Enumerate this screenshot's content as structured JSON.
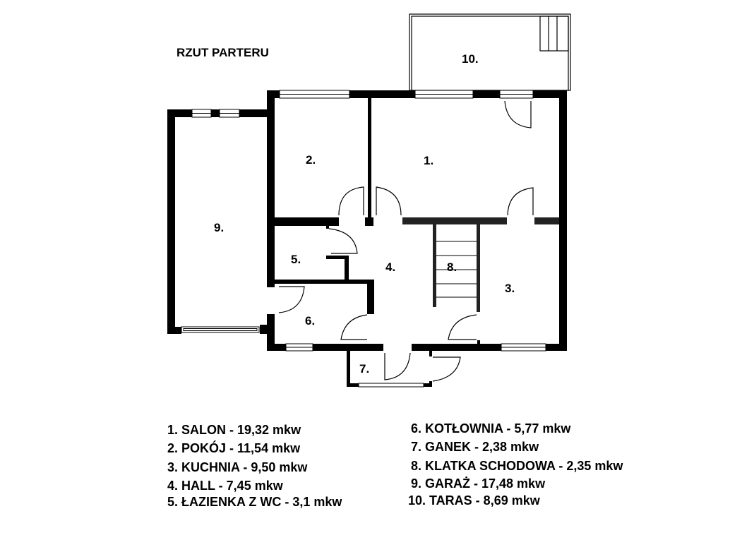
{
  "title": "RZUT PARTERU",
  "rooms": {
    "r1": "1.",
    "r2": "2.",
    "r3": "3.",
    "r4": "4.",
    "r5": "5.",
    "r6": "6.",
    "r7": "7.",
    "r8": "8.",
    "r9": "9.",
    "r10": "10."
  },
  "legend": [
    "1. SALON - 19,32 mkw",
    "2. POKÓJ - 11,54 mkw",
    "3. KUCHNIA - 9,50 mkw",
    "4. HALL - 7,45 mkw",
    "5. ŁAZIENKA Z WC - 3,1 mkw",
    "6. KOTŁOWNIA - 5,77 mkw",
    "7. GANEK - 2,38 mkw",
    "8. KLATKA SCHODOWA -  2,35 mkw",
    "9. GARAŻ - 17,48 mkw",
    "10. TARAS - 8,69 mkw"
  ]
}
